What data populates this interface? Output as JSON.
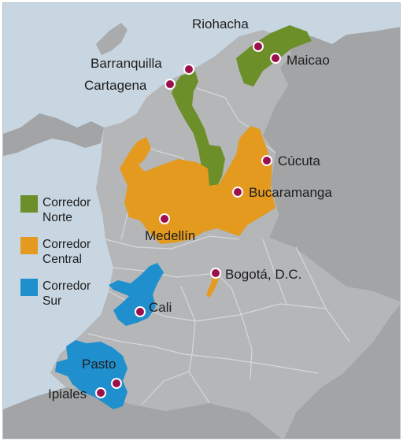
{
  "legend": [
    {
      "line1": "Corredor",
      "line2": "Norte",
      "color": "#6c8f2a"
    },
    {
      "line1": "Corredor",
      "line2": "Central",
      "color": "#e39a1f"
    },
    {
      "line1": "Corredor",
      "line2": "Sur",
      "color": "#1f8fce"
    }
  ],
  "cities": {
    "riohacha": "Riohacha",
    "maicao": "Maicao",
    "barranquilla": "Barranquilla",
    "cartagena": "Cartagena",
    "cucuta": "Cúcuta",
    "bucaramanga": "Bucaramanga",
    "medellin": "Medellín",
    "bogota": "Bogotá, D.C.",
    "cali": "Cali",
    "pasto": "Pasto",
    "ipiales": "Ipiales"
  },
  "colors": {
    "water": "#c8d6e1",
    "land_neighbor": "#a2a4a6",
    "land_colombia": "#b4b6b8",
    "border": "#d6d8da",
    "norte": "#6c8f2a",
    "central": "#e39a1f",
    "sur": "#1f8fce",
    "city_marker": "#9b0f4d"
  }
}
